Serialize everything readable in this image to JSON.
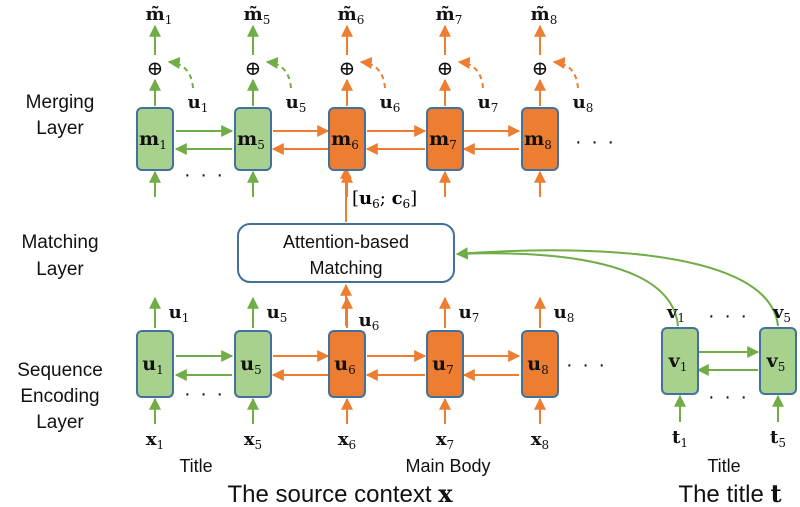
{
  "layers": {
    "merging": [
      "Merging",
      "Layer"
    ],
    "matching": [
      "Matching",
      "Layer"
    ],
    "encoding": [
      "Sequence",
      "Encoding",
      "Layer"
    ]
  },
  "attention": [
    "Attention-based",
    "Matching"
  ],
  "concat": {
    "open": "[",
    "a": "u",
    "a_sub": "6",
    "sep": "; ",
    "b": "c",
    "b_sub": "6",
    "close": "]"
  },
  "merge_cells": [
    {
      "base": "m",
      "sub": "1",
      "color": "green",
      "u_base": "u",
      "u_sub": "1",
      "out_base": "m̃",
      "out_sub": "1"
    },
    {
      "base": "m",
      "sub": "5",
      "color": "green",
      "u_base": "u",
      "u_sub": "5",
      "out_base": "m̃",
      "out_sub": "5"
    },
    {
      "base": "m",
      "sub": "6",
      "color": "orange",
      "u_base": "u",
      "u_sub": "6",
      "out_base": "m̃",
      "out_sub": "6"
    },
    {
      "base": "m",
      "sub": "7",
      "color": "orange",
      "u_base": "u",
      "u_sub": "7",
      "out_base": "m̃",
      "out_sub": "7"
    },
    {
      "base": "m",
      "sub": "8",
      "color": "orange",
      "u_base": "u",
      "u_sub": "8",
      "out_base": "m̃",
      "out_sub": "8"
    }
  ],
  "encode_cells": [
    {
      "base": "u",
      "sub": "1",
      "color": "green",
      "in_base": "x",
      "in_sub": "1",
      "out_base": "u",
      "out_sub": "1"
    },
    {
      "base": "u",
      "sub": "5",
      "color": "green",
      "in_base": "x",
      "in_sub": "5",
      "out_base": "u",
      "out_sub": "5"
    },
    {
      "base": "u",
      "sub": "6",
      "color": "orange",
      "in_base": "x",
      "in_sub": "6",
      "out_base": "u",
      "out_sub": "6"
    },
    {
      "base": "u",
      "sub": "7",
      "color": "orange",
      "in_base": "x",
      "in_sub": "7",
      "out_base": "u",
      "out_sub": "7"
    },
    {
      "base": "u",
      "sub": "8",
      "color": "orange",
      "in_base": "x",
      "in_sub": "8",
      "out_base": "u",
      "out_sub": "8"
    }
  ],
  "title_cells": [
    {
      "base": "v",
      "sub": "1",
      "color": "green",
      "in_base": "t",
      "in_sub": "1",
      "out_base": "v",
      "out_sub": "1"
    },
    {
      "base": "v",
      "sub": "5",
      "color": "green",
      "in_base": "t",
      "in_sub": "5",
      "out_base": "v",
      "out_sub": "5"
    }
  ],
  "oplus": "⊕",
  "ellipsis": "· · ·",
  "captions": {
    "title_left": "Title",
    "main_body": "Main Body",
    "title_right": "Title",
    "source_context": "The source context ",
    "source_symbol": "x",
    "title_t": "The title ",
    "title_symbol": "t"
  },
  "colors": {
    "green_fill": "#a9d18e",
    "orange_fill": "#ed7d31",
    "cell_stroke": "#41719c",
    "green_arrow": "#70ad47",
    "orange_arrow": "#ed7d31",
    "box_stroke": "#41719c"
  }
}
